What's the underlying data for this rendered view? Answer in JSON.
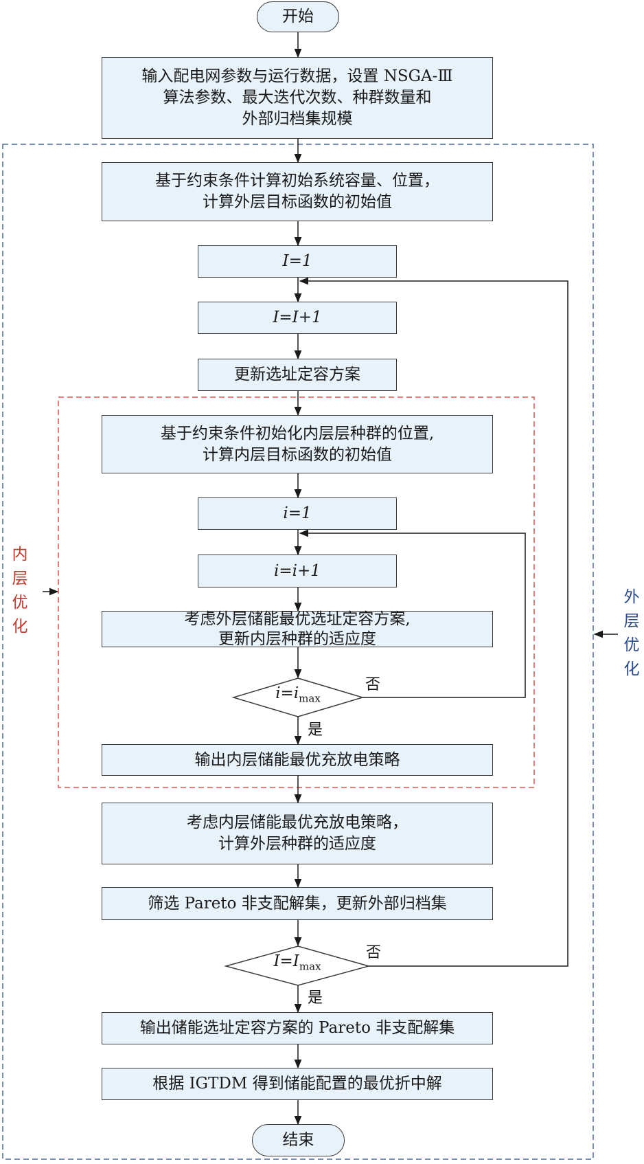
{
  "nodes": {
    "start": "开始",
    "input": "输入配电网参数与运行数据，设置 NSGA-Ⅲ\n算法参数、最大迭代次数、种群数量和\n外部归档集规模",
    "init_outer": "基于约束条件计算初始系统容量、位置，\n计算外层目标函数的初始值",
    "I_eq_1": "I=1",
    "I_inc": "I=I+1",
    "update_scheme": "更新选址定容方案",
    "init_inner": "基于约束条件初始化内层层种群的位置,\n计算内层目标函数的初始值",
    "i_eq_1": "i=1",
    "i_inc": "i=i+1",
    "consider_outer": "考虑外层储能最优选址定容方案,\n更新内层种群的适应度",
    "inner_cond": "i=imax",
    "output_inner": "输出内层储能最优充放电策略",
    "consider_inner": "考虑内层储能最优充放电策略，\n计算外层种群的适应度",
    "pareto_filter": "筛选 Pareto 非支配解集，更新外部归档集",
    "outer_cond": "I=Imax",
    "output_pareto": "输出储能选址定容方案的 Pareto 非支配解集",
    "igtdm": "根据 IGTDM 得到储能配置的最优折中解",
    "end": "结束"
  },
  "edge_labels": {
    "inner_no": "否",
    "inner_yes": "是",
    "outer_no": "否",
    "outer_yes": "是"
  },
  "groups": {
    "inner_label": "内层优化",
    "outer_label": "外层优化"
  },
  "colors": {
    "box_fill": "#e8f2fa",
    "inner_dash": "#d9534f",
    "outer_dash": "#4a6a9c"
  }
}
